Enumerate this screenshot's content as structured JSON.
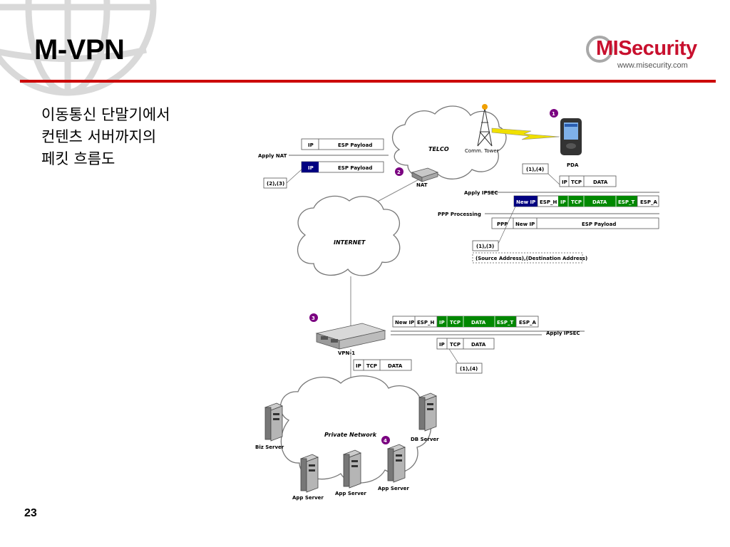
{
  "slide": {
    "title": "M-VPN",
    "description_lines": [
      "이동통신 단말기에서",
      "컨텐츠 서버까지의",
      "페킷 흐름도"
    ],
    "page_number": "23"
  },
  "logo": {
    "brand": "MISecurity",
    "url": "www.misecurity.com",
    "brand_color": "#c8102e"
  },
  "colors": {
    "accent_red": "#cc0000",
    "packet_green": "#008800",
    "packet_navy": "#000080",
    "step_purple": "#7a0080"
  },
  "diagram": {
    "clouds": {
      "telco": "TELCO",
      "internet": "INTERNET",
      "private": "Private Network"
    },
    "devices": {
      "nat": "NAT",
      "tower": "Comm. Tower",
      "pda": "PDA",
      "vpn": "VPN-1"
    },
    "servers": {
      "biz": "Biz Server",
      "db": "DB Server",
      "app1": "App Server",
      "app2": "App Server",
      "app3": "App Server"
    },
    "step_numbers": [
      "1",
      "2",
      "3",
      "4"
    ],
    "labels": {
      "apply_nat": "Apply NAT",
      "apply_ipsec_top": "Apply IPSEC",
      "ppp_processing": "PPP Processing",
      "apply_ipsec_mid": "Apply IPSEC"
    },
    "notes": {
      "n23": "(2),(3)",
      "n14_top": "(1),(4)",
      "n13": "(1),(3)",
      "src_dst": "(Source Address),(Destination Address)",
      "n14_mid": "(1),(4)"
    },
    "packets": {
      "nat_top": [
        "IP",
        "ESP Payload"
      ],
      "nat_bottom": [
        "IP",
        "ESP Payload"
      ],
      "pda_plain": [
        "IP",
        "TCP",
        "DATA"
      ],
      "pda_ipsec": [
        "New IP",
        "ESP_H",
        "IP",
        "TCP",
        "DATA",
        "ESP_T",
        "ESP_A"
      ],
      "pda_ppp": [
        "PPP",
        "New IP",
        "ESP Payload"
      ],
      "vpn_ipsec": [
        "New IP",
        "ESP_H",
        "IP",
        "TCP",
        "DATA",
        "ESP_T",
        "ESP_A"
      ],
      "vpn_plain": [
        "IP",
        "TCP",
        "DATA"
      ],
      "lan_plain": [
        "IP",
        "TCP",
        "DATA"
      ]
    }
  }
}
